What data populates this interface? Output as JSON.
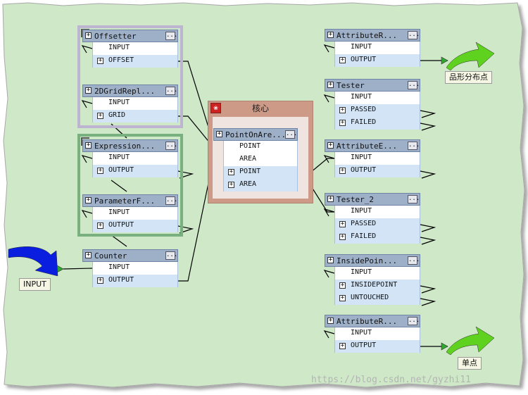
{
  "core_title": "核心",
  "groups": {
    "purple": {
      "nodes": [
        "offsetter",
        "grid"
      ]
    },
    "green": {
      "nodes": [
        "expression",
        "param"
      ]
    }
  },
  "nodes": {
    "offsetter": {
      "title": "Offsetter",
      "ports": [
        {
          "kind": "in",
          "label": "INPUT"
        },
        {
          "kind": "out",
          "label": "OFFSET"
        }
      ]
    },
    "grid": {
      "title": "2DGridRepl...",
      "ports": [
        {
          "kind": "in",
          "label": "INPUT"
        },
        {
          "kind": "out",
          "label": "GRID"
        }
      ]
    },
    "expression": {
      "title": "Expression...",
      "ports": [
        {
          "kind": "in",
          "label": "INPUT"
        },
        {
          "kind": "out",
          "label": "OUTPUT"
        }
      ]
    },
    "param": {
      "title": "ParameterF...",
      "ports": [
        {
          "kind": "in",
          "label": "INPUT"
        },
        {
          "kind": "out",
          "label": "OUTPUT"
        }
      ]
    },
    "counter": {
      "title": "Counter",
      "ports": [
        {
          "kind": "in",
          "label": "INPUT"
        },
        {
          "kind": "out",
          "label": "OUTPUT"
        }
      ]
    },
    "pointonarea": {
      "title": "PointOnAre...",
      "ports": [
        {
          "kind": "in",
          "label": "POINT"
        },
        {
          "kind": "in",
          "label": "AREA"
        },
        {
          "kind": "out",
          "label": "POINT"
        },
        {
          "kind": "out",
          "label": "AREA"
        }
      ]
    },
    "attrR1": {
      "title": "AttributeR...",
      "ports": [
        {
          "kind": "in",
          "label": "INPUT"
        },
        {
          "kind": "out",
          "label": "OUTPUT"
        }
      ]
    },
    "tester": {
      "title": "Tester",
      "ports": [
        {
          "kind": "in",
          "label": "INPUT"
        },
        {
          "kind": "out",
          "label": "PASSED"
        },
        {
          "kind": "out",
          "label": "FAILED"
        }
      ]
    },
    "attrE": {
      "title": "AttributeE...",
      "ports": [
        {
          "kind": "in",
          "label": "INPUT"
        },
        {
          "kind": "out",
          "label": "OUTPUT"
        }
      ]
    },
    "tester2": {
      "title": "Tester_2",
      "ports": [
        {
          "kind": "in",
          "label": "INPUT"
        },
        {
          "kind": "out",
          "label": "PASSED"
        },
        {
          "kind": "out",
          "label": "FAILED"
        }
      ]
    },
    "insidepoint": {
      "title": "InsidePoin...",
      "ports": [
        {
          "kind": "in",
          "label": "INPUT"
        },
        {
          "kind": "out",
          "label": "INSIDEPOINT"
        },
        {
          "kind": "out",
          "label": "UNTOUCHED"
        }
      ]
    },
    "attrR2": {
      "title": "AttributeR...",
      "ports": [
        {
          "kind": "in",
          "label": "INPUT"
        },
        {
          "kind": "out",
          "label": "OUTPUT"
        }
      ]
    }
  },
  "labels": {
    "input": "INPUT",
    "output_a": "品形分布点",
    "output_b": "单点"
  },
  "watermark": "https://blog.csdn.net/gyzhi11",
  "colors": {
    "paper": "#cfe8c8",
    "node_header": "#9eb0c8",
    "output_port": "#d2e4f6",
    "port_arrow_green": "#2ea82e",
    "port_arrow_yellow": "#d8cc3a",
    "big_arrow_blue": "#0a1ee0",
    "big_arrow_green": "#5ed21e"
  }
}
